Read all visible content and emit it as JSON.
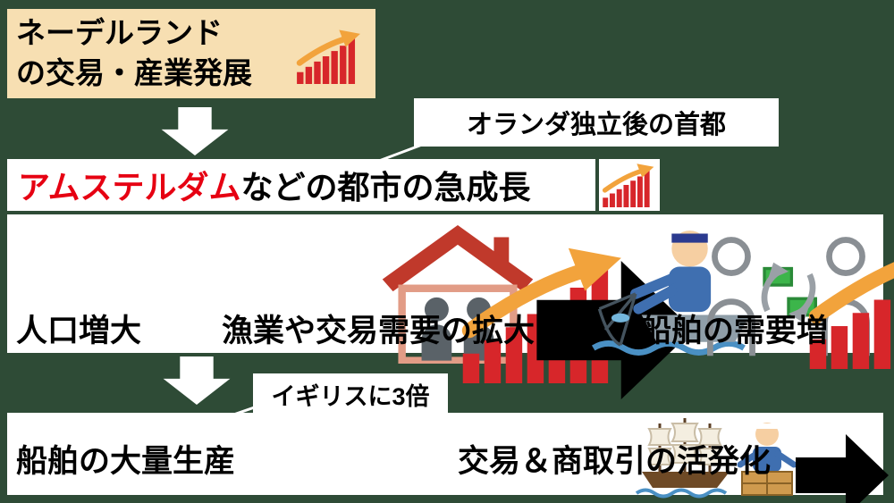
{
  "colors": {
    "background": "#2e4b36",
    "title_box_bg": "#f7dfb2",
    "accent_red": "#e60012",
    "bar_red": "#d7262a",
    "arrow_orange": "#f2a33c",
    "panel_white": "#ffffff"
  },
  "title_box": {
    "line1": "ネーデルランド",
    "line2": "の交易・産業発展"
  },
  "callout_top": {
    "label": "オランダ独立後の首都"
  },
  "growth_box": {
    "highlight": "アムステルダム",
    "rest": "などの都市の急成長"
  },
  "flow": {
    "step1_label": "人口増大",
    "step2_label": "漁業や交易需要の拡大",
    "step3_label": "船舶の需要増"
  },
  "callout_mid": {
    "label": "イギリスに3倍"
  },
  "bottom_flow": {
    "step1_label": "船舶の大量生産",
    "step2_label": "交易＆商取引の活発化"
  },
  "icons": {
    "chart": "bar-chart-up-icon",
    "house": "house-population-icon",
    "fisherman": "fisherman-icon",
    "exchange": "goods-exchange-icon",
    "ship": "sailing-ship-icon",
    "craftsman": "shipbuilder-icon",
    "down_arrow": "down-block-arrow",
    "right_arrow": "right-block-arrow"
  }
}
